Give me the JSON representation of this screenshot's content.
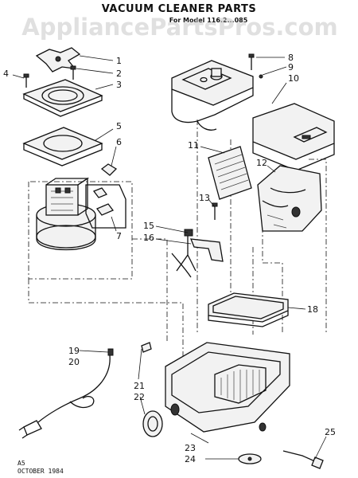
{
  "title": "VACUUM CLEANER PARTS",
  "subtitle": "For Model 116.2...085",
  "watermark": "AppliancePartsPros.com",
  "footer": {
    "code": "A5",
    "date": "OCTOBER 1984"
  },
  "callouts": [
    "1",
    "2",
    "3",
    "4",
    "5",
    "6",
    "7",
    "8",
    "9",
    "10",
    "11",
    "12",
    "13",
    "15",
    "16",
    "18",
    "19",
    "20",
    "21",
    "22",
    "23",
    "24",
    "25"
  ]
}
